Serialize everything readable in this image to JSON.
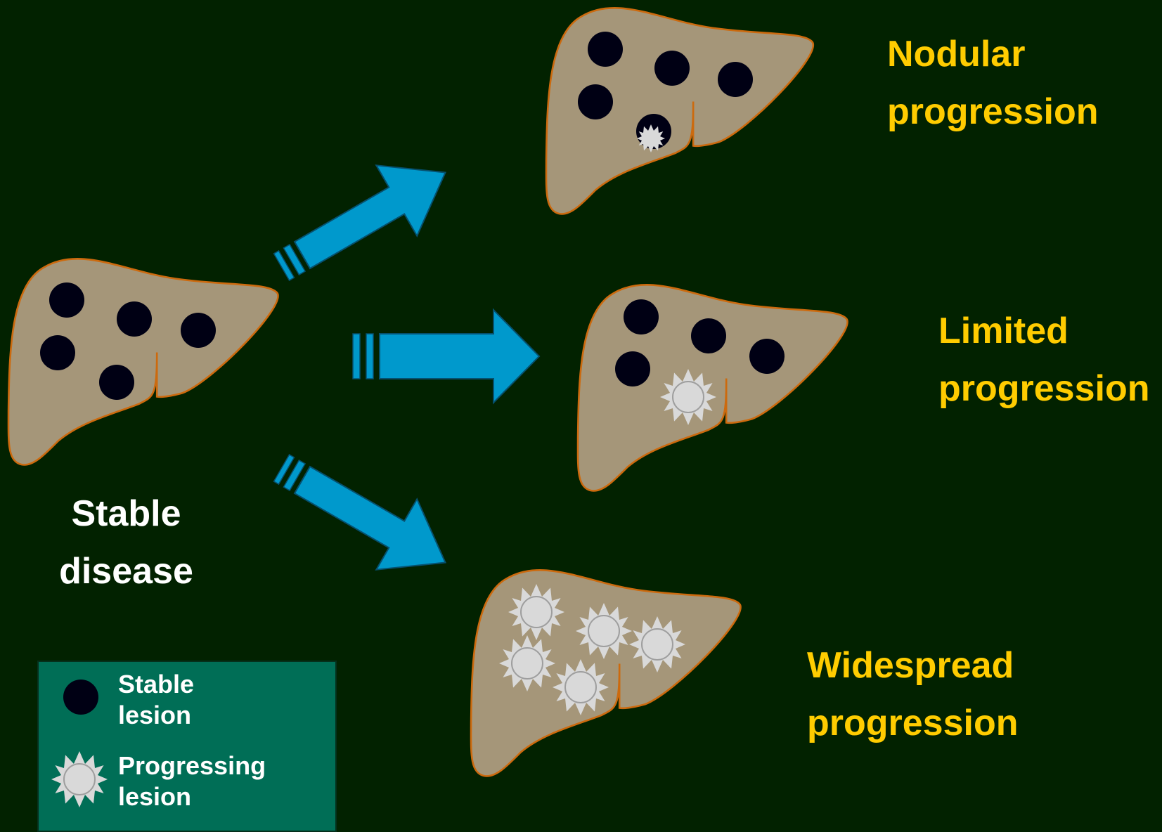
{
  "stages": {
    "stable": {
      "line1": "Stable",
      "line2": "disease"
    },
    "nodular": {
      "line1": "Nodular",
      "line2": "progression"
    },
    "limited": {
      "line1": "Limited",
      "line2": "progression"
    },
    "widespread": {
      "line1": "Widespread",
      "line2": "progression"
    }
  },
  "legend": {
    "stable_lesion": {
      "line1": "Stable",
      "line2": "lesion",
      "icon": "dark-circle-icon"
    },
    "progressing_lesion": {
      "line1": "Progressing",
      "line2": "lesion",
      "icon": "starburst-icon"
    }
  },
  "colors": {
    "background": "#022200",
    "liver_fill": "#a59679",
    "liver_outline": "#cc6a0e",
    "stable_lesion": "#000014",
    "progressing_lesion": "#d9d9d9",
    "arrow": "#0099cc",
    "label_gold": "#ffcc00",
    "label_white": "#ffffff",
    "legend_box": "#006e56"
  }
}
